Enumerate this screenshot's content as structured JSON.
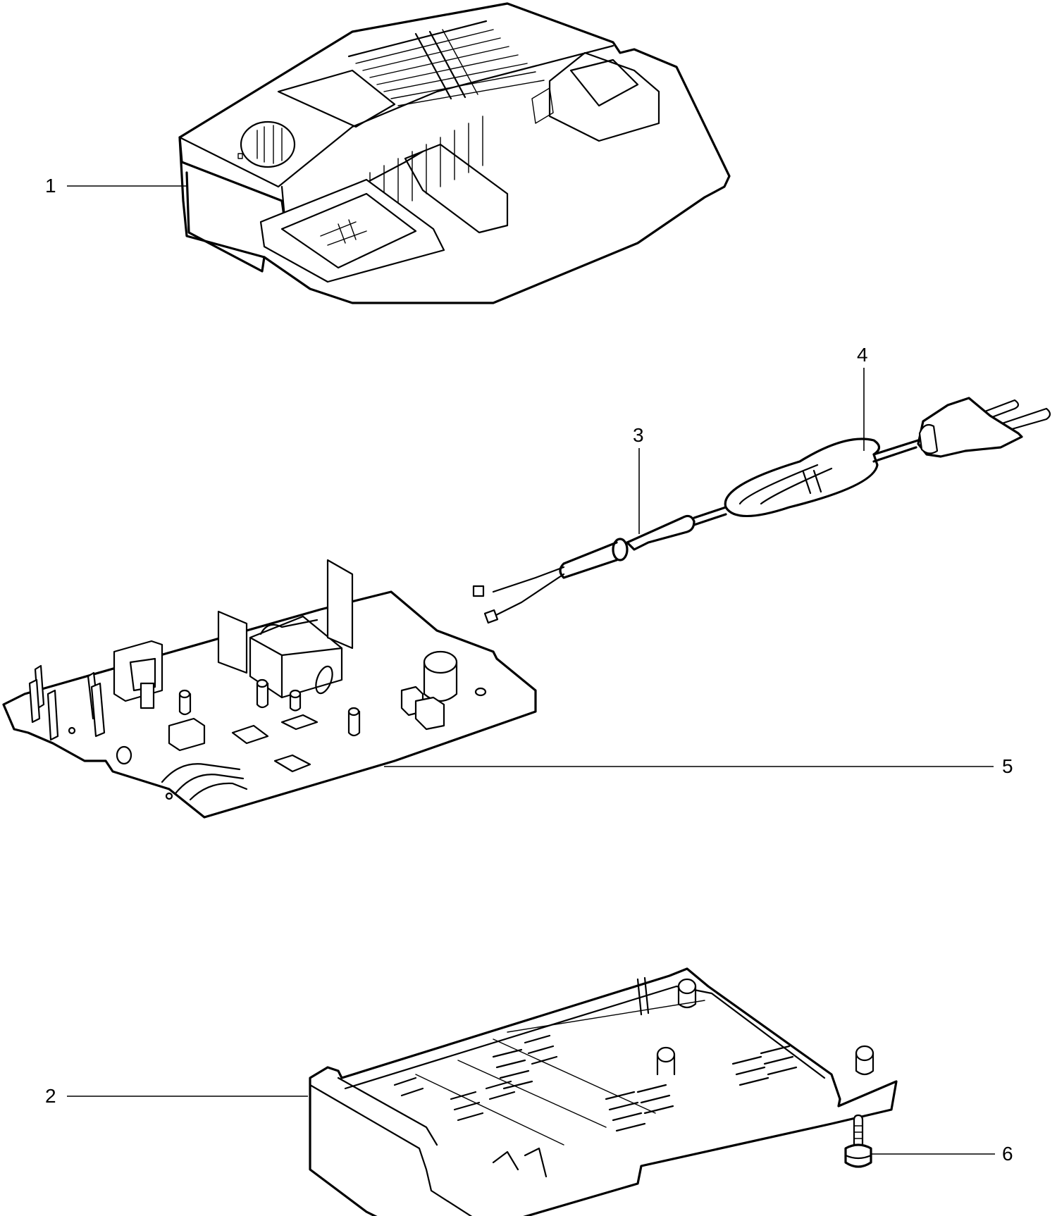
{
  "diagram": {
    "type": "exploded-parts-view",
    "subject": "battery charger assembly",
    "colors": {
      "line": "#000000",
      "background": "#ffffff"
    },
    "callouts": [
      {
        "id": "1",
        "label": "1",
        "part": "charger upper housing"
      },
      {
        "id": "2",
        "label": "2",
        "part": "base plate / bottom housing"
      },
      {
        "id": "3",
        "label": "3",
        "part": "strain relief grommet"
      },
      {
        "id": "4",
        "label": "4",
        "part": "power cord with plug"
      },
      {
        "id": "5",
        "label": "5",
        "part": "printed circuit board"
      },
      {
        "id": "6",
        "label": "6",
        "part": "screw"
      }
    ]
  }
}
